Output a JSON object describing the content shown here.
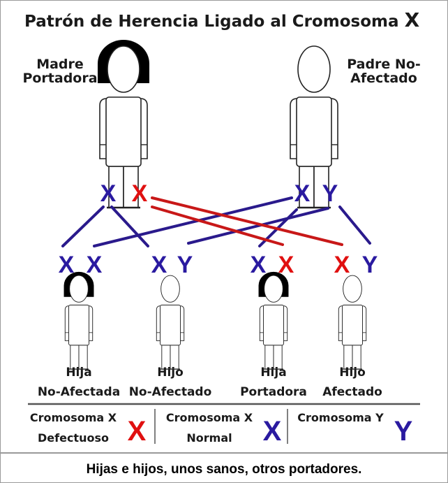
{
  "title": "Patrón de Herencia Ligado al Cromosoma",
  "title_symbol": "X",
  "colors": {
    "normal": "#2a1aa0",
    "defective": "#e01010",
    "line_normal": "#2a1a8c",
    "line_defective": "#c81818"
  },
  "parents": {
    "mother": {
      "line1": "Madre",
      "line2": "Portadora",
      "chromosomes": [
        "X",
        "X"
      ],
      "chromosome_types": [
        "normal",
        "defective"
      ]
    },
    "father": {
      "line1": "Padre No-",
      "line2": "Afectado",
      "chromosomes": [
        "X",
        "Y"
      ],
      "chromosome_types": [
        "normal",
        "normal"
      ]
    }
  },
  "children": [
    {
      "line1": "Hija",
      "line2": "No-Afectada",
      "chromosomes": [
        "X",
        "X"
      ],
      "chromosome_types": [
        "normal",
        "normal"
      ]
    },
    {
      "line1": "Hijo",
      "line2": "No-Afectado",
      "chromosomes": [
        "X",
        "Y"
      ],
      "chromosome_types": [
        "normal",
        "normal"
      ]
    },
    {
      "line1": "Hija",
      "line2": "Portadora",
      "chromosomes": [
        "X",
        "X"
      ],
      "chromosome_types": [
        "normal",
        "defective"
      ]
    },
    {
      "line1": "Hijo",
      "line2": "Afectado",
      "chromosomes": [
        "X",
        "Y"
      ],
      "chromosome_types": [
        "defective",
        "normal"
      ]
    }
  ],
  "legend": [
    {
      "line1": "Cromosoma X",
      "line2": "Defectuoso",
      "symbol": "X",
      "type": "defective"
    },
    {
      "line1": "Cromosoma X",
      "line2": "Normal",
      "symbol": "X",
      "type": "normal"
    },
    {
      "line1": "Cromosoma Y",
      "line2": "",
      "symbol": "Y",
      "type": "normal"
    }
  ],
  "caption": "Hijas e hijos, unos sanos, otros portadores."
}
